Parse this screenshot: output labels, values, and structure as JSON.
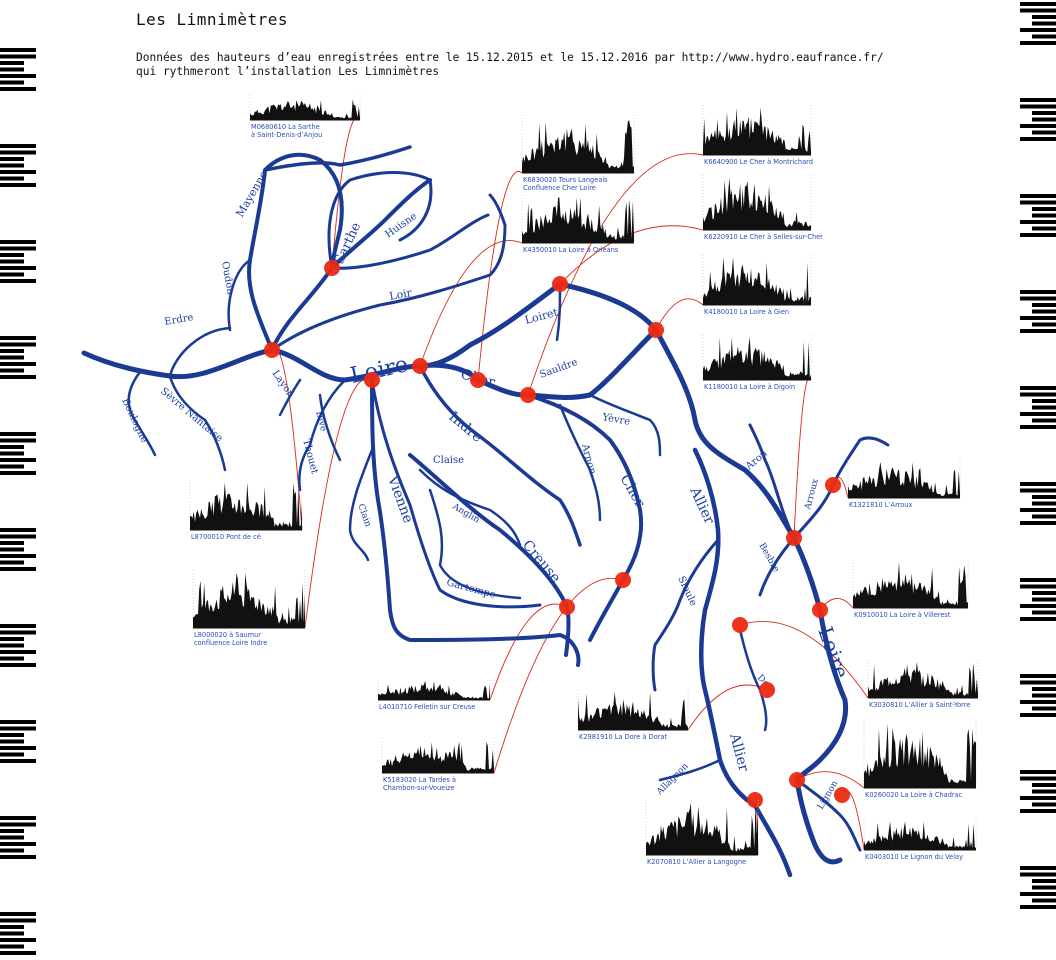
{
  "title": "Les Limnimètres",
  "subtitle_line1": "Données des hauteurs d’eau enregistrées entre le 15.12.2015 et le 15.12.2016 par http://www.hydro.eaufrance.fr/",
  "subtitle_line2": "qui rythmeront l’installation Les Limnimètres",
  "colors": {
    "river": "#1a3a94",
    "connector": "#d62b1e",
    "station": "#ec2a12",
    "label": "#2b4fb6"
  },
  "river_labels": [
    "Loire",
    "Cher",
    "Indre",
    "Vienne",
    "Creuse",
    "Sarthe",
    "Mayenne",
    "Oudon",
    "Huisne",
    "Loir",
    "Loiret",
    "Sauldre",
    "Yèvre",
    "Arnon",
    "Claise",
    "Anglin",
    "Gartempe",
    "Clain",
    "Thouet",
    "Dive",
    "Layon",
    "Sèvre Nantaise",
    "Boulogne",
    "Erdre",
    "Allier",
    "Sioule",
    "Dore",
    "Aron",
    "Besbre",
    "Arroux",
    "Allagnon",
    "Lignon"
  ],
  "stations": [
    {
      "code": "M0680610",
      "name": "La Sarthe",
      "name2": "à Saint-Denis-d’Anjou"
    },
    {
      "code": "K6830020",
      "name": "Tours Langeais",
      "name2": "Confluence Cher Loire"
    },
    {
      "code": "K4350010",
      "name": "La Loire à Orléans",
      "name2": ""
    },
    {
      "code": "K6640900",
      "name": "Le Cher à Montrichard",
      "name2": ""
    },
    {
      "code": "K6220910",
      "name": "Le Cher à Selles-sur-Cher",
      "name2": ""
    },
    {
      "code": "K4180010",
      "name": "La Loire à Gien",
      "name2": ""
    },
    {
      "code": "K1180010",
      "name": "La Loire à Digoin",
      "name2": ""
    },
    {
      "code": "K1321810",
      "name": "L’Arroux",
      "name2": ""
    },
    {
      "code": "K0910010",
      "name": "La Loire à Villerest",
      "name2": ""
    },
    {
      "code": "K3030810",
      "name": "L’Allier à Saint-Yorre",
      "name2": ""
    },
    {
      "code": "K0260020",
      "name": "La Loire à Chadrac",
      "name2": ""
    },
    {
      "code": "K0403010",
      "name": "Le Lignon du Velay",
      "name2": ""
    },
    {
      "code": "K2070810",
      "name": "L’Allier à Langogne",
      "name2": ""
    },
    {
      "code": "K2981910",
      "name": "La Dore à Dorat",
      "name2": ""
    },
    {
      "code": "K5183020",
      "name": "La Tardes à",
      "name2": "Chambon-sur-Voueize"
    },
    {
      "code": "L4010710",
      "name": "Felletin sur Creuse",
      "name2": ""
    },
    {
      "code": "L8000020",
      "name": "à Saumur",
      "name2": "confluence Loire Indre"
    },
    {
      "code": "L8700010",
      "name": "Pont de cé",
      "name2": ""
    }
  ]
}
